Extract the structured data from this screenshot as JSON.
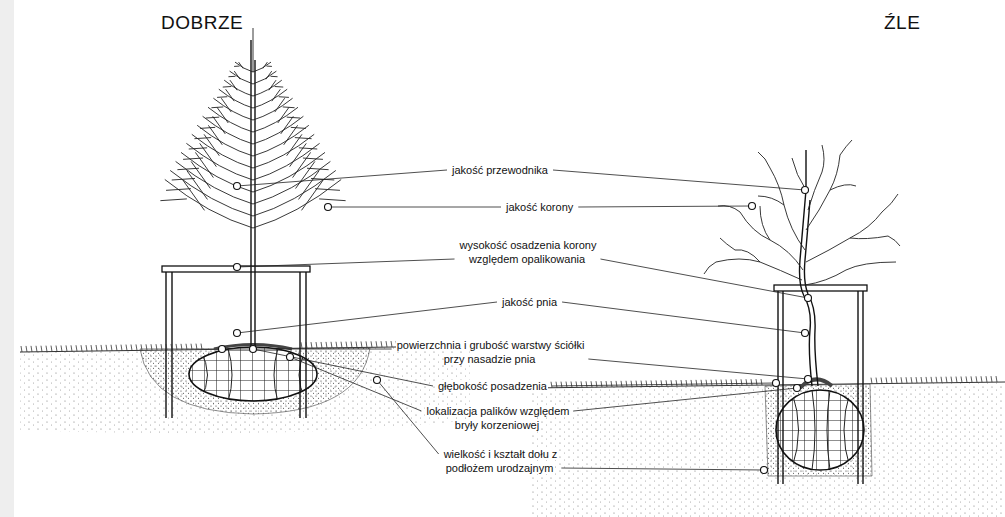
{
  "diagram": {
    "labels": [
      "DOBRZE",
      "ŹLE",
      "jakość przewodnika",
      "jakość korony",
      "wysokość osadzenia korony względem opalikowania",
      "jakość pnia",
      "powierzchnia i grubość warstwy ściółki przy nasadzie pnia",
      "głębokość posadzenia",
      "lokalizacja palików względem bryły korzeniowej",
      "wielkość i kształt dołu z podłożem urodzajnym"
    ]
  }
}
